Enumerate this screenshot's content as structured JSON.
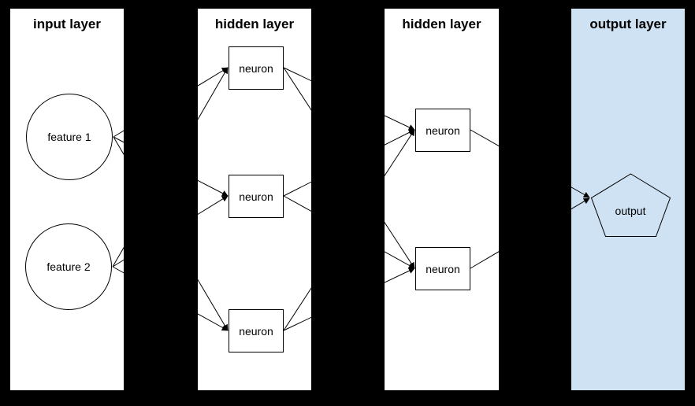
{
  "diagram": {
    "kind": "neural-network-diagram",
    "background_color": "#000000",
    "panel_color": "#ffffff",
    "output_panel_color": "#cfe2f3",
    "stroke_color": "#000000"
  },
  "layers": [
    {
      "title": "input layer",
      "nodes": [
        {
          "label": "feature 1",
          "shape": "circle"
        },
        {
          "label": "feature 2",
          "shape": "circle"
        }
      ]
    },
    {
      "title": "hidden layer",
      "nodes": [
        {
          "label": "neuron",
          "shape": "rectangle"
        },
        {
          "label": "neuron",
          "shape": "rectangle"
        },
        {
          "label": "neuron",
          "shape": "rectangle"
        }
      ]
    },
    {
      "title": "hidden layer",
      "nodes": [
        {
          "label": "neuron",
          "shape": "rectangle"
        },
        {
          "label": "neuron",
          "shape": "rectangle"
        }
      ]
    },
    {
      "title": "output layer",
      "nodes": [
        {
          "label": "output",
          "shape": "pentagon"
        }
      ]
    }
  ],
  "connections": [
    {
      "from": "input.feature-1",
      "to": "hidden1.neuron-1"
    },
    {
      "from": "input.feature-1",
      "to": "hidden1.neuron-2"
    },
    {
      "from": "input.feature-1",
      "to": "hidden1.neuron-3"
    },
    {
      "from": "input.feature-2",
      "to": "hidden1.neuron-1"
    },
    {
      "from": "input.feature-2",
      "to": "hidden1.neuron-2"
    },
    {
      "from": "input.feature-2",
      "to": "hidden1.neuron-3"
    },
    {
      "from": "hidden1.neuron-1",
      "to": "hidden2.neuron-1"
    },
    {
      "from": "hidden1.neuron-1",
      "to": "hidden2.neuron-2"
    },
    {
      "from": "hidden1.neuron-2",
      "to": "hidden2.neuron-1"
    },
    {
      "from": "hidden1.neuron-2",
      "to": "hidden2.neuron-2"
    },
    {
      "from": "hidden1.neuron-3",
      "to": "hidden2.neuron-1"
    },
    {
      "from": "hidden1.neuron-3",
      "to": "hidden2.neuron-2"
    },
    {
      "from": "hidden2.neuron-1",
      "to": "output.output"
    },
    {
      "from": "hidden2.neuron-2",
      "to": "output.output"
    }
  ]
}
